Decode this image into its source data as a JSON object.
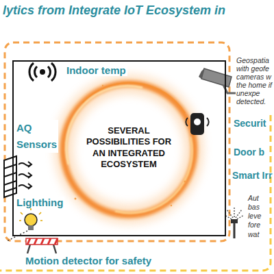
{
  "diagram": {
    "title": "lytics from Integrate IoT Ecosystem in",
    "nodes": [
      {
        "text": [
          "Indoor temp",
          "AQ Sensors",
          "SEVERAL POSSIBILITIES FOR AN INTEGRATED ECOSYSTEM",
          "Lighthing"
        ]
      }
    ],
    "labels": [
      "Geospatia with geofe cameras w the home if unexpe detected.",
      "Securit",
      "Door b",
      "Smart Irr",
      "Aut bas leve fore wat",
      "Motion detector for safety"
    ]
  }
}
